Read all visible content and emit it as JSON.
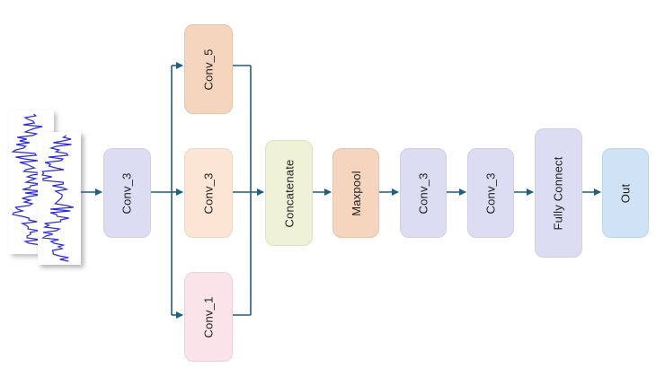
{
  "diagram": {
    "input": {
      "icon": "waveform-signal-icon",
      "line_color": "#2b2bd6"
    },
    "nodes": {
      "conv3_a": {
        "label": "Conv_3",
        "color": "#dcdcf2"
      },
      "conv5": {
        "label": "Conv_5",
        "color": "#f5d5bd"
      },
      "conv3_b": {
        "label": "Conv_3",
        "color": "#fbe6d6"
      },
      "conv1": {
        "label": "Conv_1",
        "color": "#fbe3ea"
      },
      "concatenate": {
        "label": "Concatenate",
        "color": "#f0f2d8"
      },
      "maxpool": {
        "label": "Maxpool",
        "color": "#f5d5bd"
      },
      "conv3_c": {
        "label": "Conv_3",
        "color": "#dcdcf2"
      },
      "conv3_d": {
        "label": "Conv_3",
        "color": "#dcdcf2"
      },
      "fully_connect": {
        "label": "Fully Connect",
        "color": "#dcdcf2"
      },
      "out": {
        "label": "Out",
        "color": "#cfe3f5"
      }
    },
    "connector_color": "#1f5f7f"
  }
}
